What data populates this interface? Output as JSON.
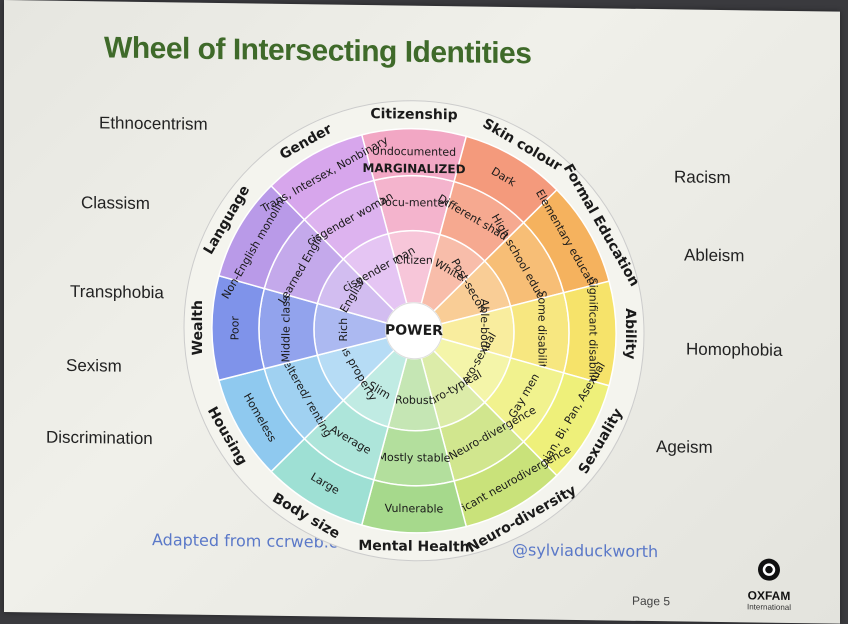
{
  "title": "Wheel of Intersecting Identities",
  "left_isms": [
    "Ethnocentrism",
    "Classism",
    "Transphobia",
    "Sexism",
    "Discrimination"
  ],
  "right_isms": [
    "Racism",
    "Ableism",
    "Homophobia",
    "Ageism"
  ],
  "wheel": {
    "center": "POWER",
    "marginalized": "MARGINALIZED",
    "categories": [
      {
        "name": "Citizenship",
        "color": "#f2a7c4",
        "inner": "Citizen",
        "middle": "Docu-mented",
        "outer": "Undocumented"
      },
      {
        "name": "Skin colour",
        "color": "#f49a7c",
        "inner": "White",
        "middle": "Different shades",
        "outer": "Dark"
      },
      {
        "name": "Formal Education",
        "color": "#f5b25e",
        "inner": "Post-secondary",
        "middle": "High school education",
        "outer": "Elementary education"
      },
      {
        "name": "Ability",
        "color": "#f6e36a",
        "inner": "Able-bodied",
        "middle": "Some disability",
        "outer": "Significant disability"
      },
      {
        "name": "Sexuality",
        "color": "#eef07a",
        "inner": "Hetero-sexual",
        "middle": "Gay men",
        "outer": "Lesbian, Bi, Pan, Asexual"
      },
      {
        "name": "Neuro-diversity",
        "color": "#c9e27a",
        "inner": "Neuro-typical",
        "middle": "Some Neuro-divergence",
        "outer": "Significant neurodivergence"
      },
      {
        "name": "Mental Health",
        "color": "#a6d98c",
        "inner": "Robust",
        "middle": "Mostly stable",
        "outer": "Vulnerable"
      },
      {
        "name": "Body size",
        "color": "#9ee0d4",
        "inner": "Slim",
        "middle": "Average",
        "outer": "Large"
      },
      {
        "name": "Housing",
        "color": "#8fc9ef",
        "inner": "Owns property",
        "middle": "Sheltered/ renting",
        "outer": "Homeless"
      },
      {
        "name": "Wealth",
        "color": "#7f93ea",
        "inner": "Rich",
        "middle": "Middle class",
        "outer": "Poor"
      },
      {
        "name": "Language",
        "color": "#b99ae8",
        "inner": "English",
        "middle": "Learned English",
        "outer": "Non-English monolingual"
      },
      {
        "name": "Gender",
        "color": "#d7a6ec",
        "inner": "cisgender man",
        "middle": "cisgender woman",
        "outer": "Trans, Intersex, Nonbinary"
      }
    ]
  },
  "credit_left": "Adapted from ccrweb.ca",
  "credit_right": "@sylviaduckworth",
  "page_label": "Page 5",
  "brand": {
    "name": "OXFAM",
    "sub": "International"
  }
}
